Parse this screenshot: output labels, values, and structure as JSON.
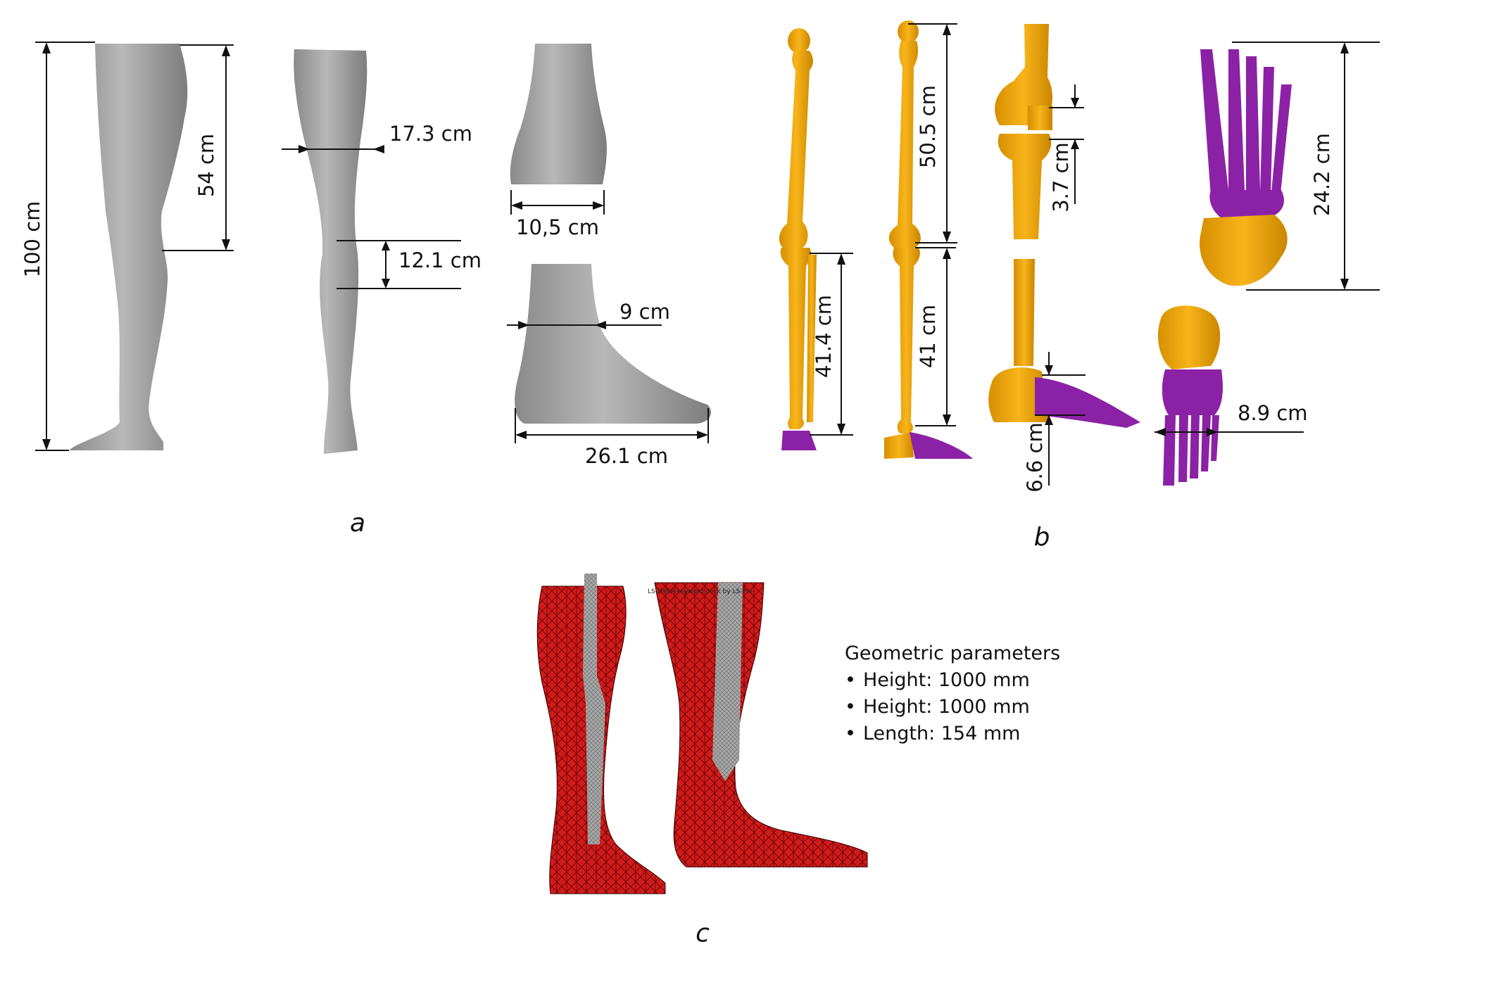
{
  "panels": {
    "a": {
      "letter": "a",
      "measurements": {
        "leg_height": "100 cm",
        "thigh_length": "54 cm",
        "thigh_width": "17.3 cm",
        "knee_height": "12.1 cm",
        "ankle_width": "10,5 cm",
        "ankle_depth": "9 cm",
        "foot_length": "26.1 cm"
      }
    },
    "b": {
      "letter": "b",
      "measurements": {
        "femur_length": "50.5 cm",
        "tibia_length": "41 cm",
        "tibia_length_front": "41.4 cm",
        "knee_gap": "3.7 cm",
        "foot_bone_length": "24.2 cm",
        "foot_bone_width": "8.9 cm",
        "ankle_height": "6.6 cm"
      }
    },
    "c": {
      "letter": "c",
      "mesh_header": "LS-DYNA  keyword deck by LS-Pre",
      "params_title": "Geometric parameters",
      "params": [
        "Height: 1000 mm",
        "Height: 1000 mm",
        "Length: 154 mm"
      ]
    }
  },
  "colors": {
    "skin": "#9c9c9c",
    "bone": "#f0a80c",
    "foot_bone": "#8b22a6",
    "mesh": "#d01818",
    "implant": "#9a9a9a"
  }
}
